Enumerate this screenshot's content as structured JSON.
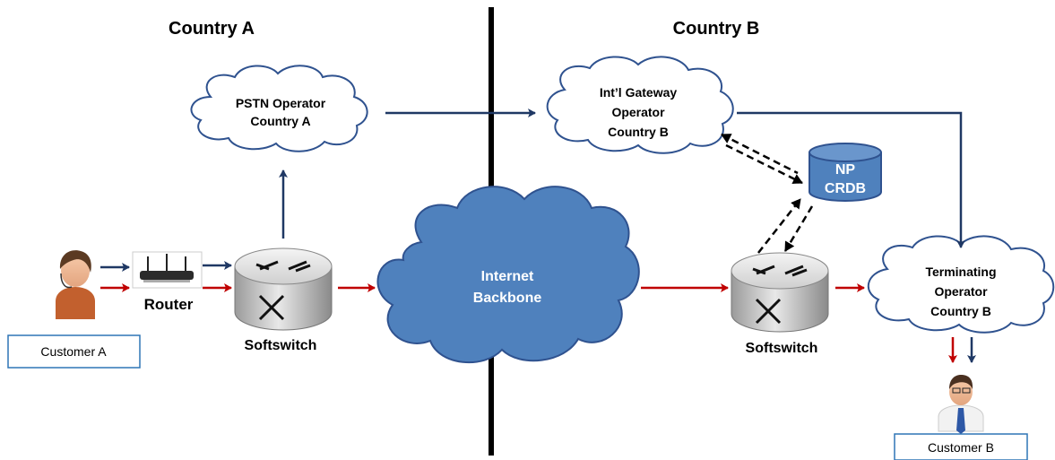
{
  "headings": {
    "country_a": "Country A",
    "country_b": "Country B"
  },
  "nodes": {
    "pstn": {
      "line1": "PSTN Operator",
      "line2": "Country A"
    },
    "gateway": {
      "line1": "Int’l Gateway",
      "line2": "Operator",
      "line3": "Country B"
    },
    "np_db": {
      "line1": "NP",
      "line2": "CRDB"
    },
    "internet": {
      "line1": "Internet",
      "line2": "Backbone"
    },
    "terminating": {
      "line1": "Terminating",
      "line2": "Operator",
      "line3": "Country B"
    },
    "router": {
      "label": "Router"
    },
    "softswitch_a": {
      "label": "Softswitch"
    },
    "softswitch_b": {
      "label": "Softswitch"
    }
  },
  "customers": {
    "a": "Customer A",
    "b": "Customer B"
  },
  "colors": {
    "signal_blue": "#1f3864",
    "media_red": "#c00000",
    "cloud_fill": "#4f81bd",
    "cloud_stroke": "#2f528f",
    "db_fill": "#4f81bd"
  }
}
